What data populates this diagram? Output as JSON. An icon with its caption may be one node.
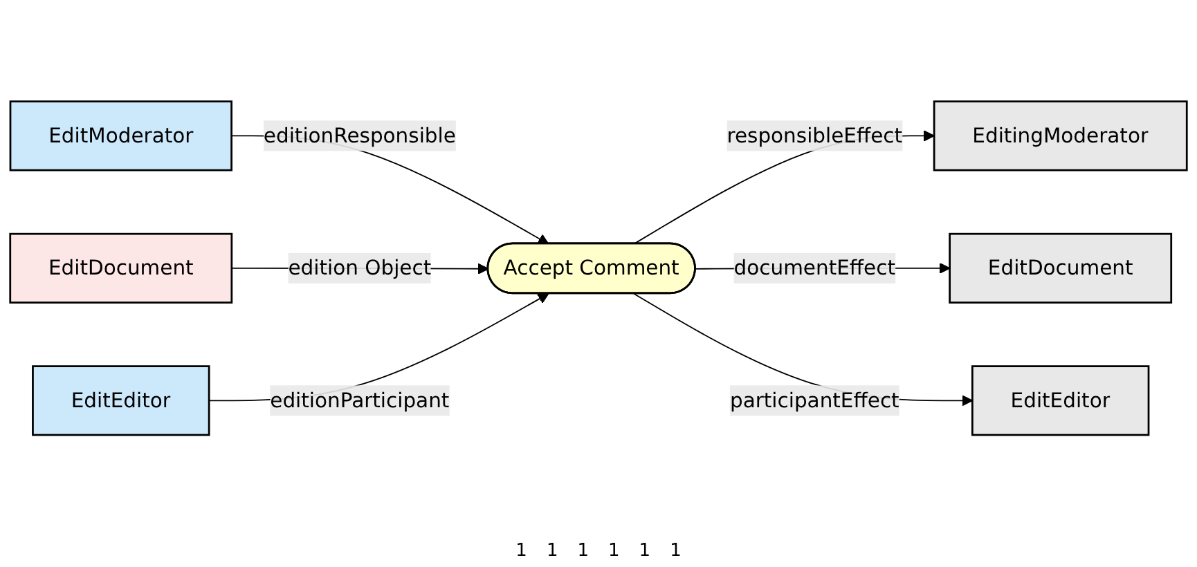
{
  "diagram": {
    "nodes": [
      {
        "text": [
          "EditModerator"
        ]
      },
      {
        "text": [
          "EditDocument"
        ]
      },
      {
        "text": [
          "Accept Comment"
        ]
      },
      {
        "text": [
          "EditingModerator"
        ]
      },
      {
        "text": [
          "EditDocument"
        ]
      },
      {
        "text": [
          "EditEditor"
        ]
      },
      {
        "text": [
          "EditEditor"
        ]
      }
    ],
    "edges": [
      {
        "from": 0,
        "to": 2,
        "arrow": "to",
        "label": "editionResponsible"
      },
      {
        "from": 1,
        "to": 2,
        "arrow": "to",
        "label": "edition Object"
      },
      {
        "from": 2,
        "to": 3,
        "arrow": "to",
        "label": "responsibleEffect"
      },
      {
        "from": 2,
        "to": 4,
        "arrow": "to",
        "label": "documentEffect"
      },
      {
        "from": 5,
        "to": 2,
        "arrow": "to",
        "label": "editionParticipant"
      },
      {
        "from": 2,
        "to": 6,
        "arrow": "to",
        "label": "participantEffect"
      }
    ],
    "labels": [
      "1",
      "1",
      "1",
      "1",
      "1",
      "1"
    ]
  }
}
